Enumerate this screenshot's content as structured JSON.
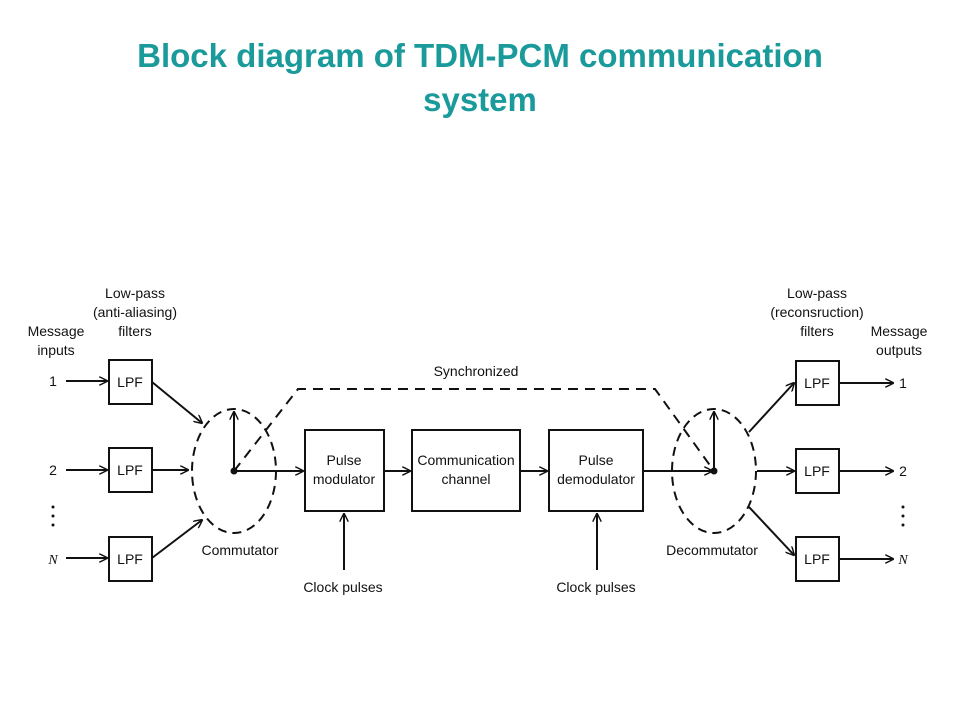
{
  "title": {
    "line1": "Block diagram  of TDM-PCM communication",
    "line2": "system"
  },
  "labels": {
    "lowpass_left_1": "Low-pass",
    "lowpass_left_2": "(anti-aliasing)",
    "lowpass_left_3": "filters",
    "message_inputs_1": "Message",
    "message_inputs_2": "inputs",
    "lowpass_right_1": "Low-pass",
    "lowpass_right_2": "(reconsruction)",
    "lowpass_right_3": "filters",
    "message_outputs_1": "Message",
    "message_outputs_2": "outputs",
    "synchronized": "Synchronized",
    "commutator": "Commutator",
    "decommutator": "Decommutator",
    "clock_pulses_left": "Clock pulses",
    "clock_pulses_right": "Clock pulses",
    "lpf": "LPF",
    "pulse_modulator_1": "Pulse",
    "pulse_modulator_2": "modulator",
    "comm_channel_1": "Communication",
    "comm_channel_2": "channel",
    "pulse_demod_1": "Pulse",
    "pulse_demod_2": "demodulator",
    "input_1": "1",
    "input_2": "2",
    "input_n": "N",
    "output_1": "1",
    "output_2": "2",
    "output_n": "N"
  }
}
